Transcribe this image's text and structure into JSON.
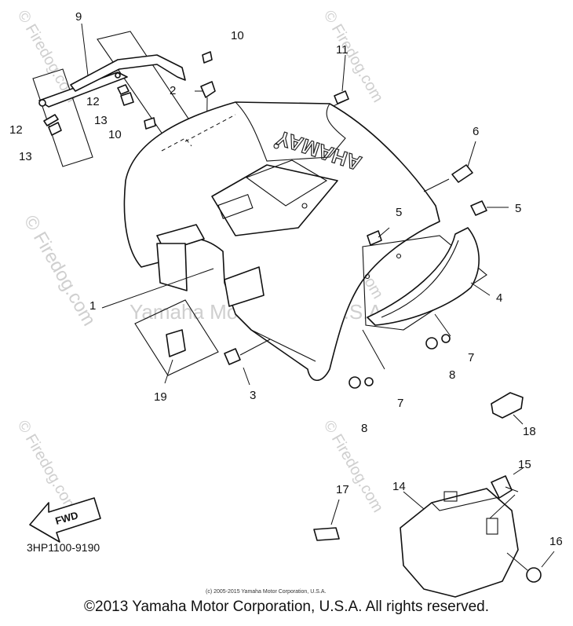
{
  "brand_text": "YAMAHA",
  "watermarks": {
    "site": "© Firedog.com",
    "center": "Yamaha Motor Corp., U.S.A."
  },
  "part_labels": {
    "p1": "1",
    "p2": "2",
    "p3": "3",
    "p4": "4",
    "p5a": "5",
    "p5b": "5",
    "p6": "6",
    "p7a": "7",
    "p7b": "7",
    "p8a": "8",
    "p8b": "8",
    "p9": "9",
    "p10a": "10",
    "p10b": "10",
    "p11": "11",
    "p12a": "12",
    "p12b": "12",
    "p13a": "13",
    "p13b": "13",
    "p14": "14",
    "p15": "15",
    "p16": "16",
    "p17": "17",
    "p18": "18",
    "p19": "19"
  },
  "fwd_label": "FWD",
  "diagram_code": "3HP1100-9190",
  "small_copyright": "(c) 2005-2015 Yamaha Motor Corporation, U.S.A.",
  "footer_copyright": "©2013 Yamaha Motor Corporation, U.S.A. All rights reserved."
}
